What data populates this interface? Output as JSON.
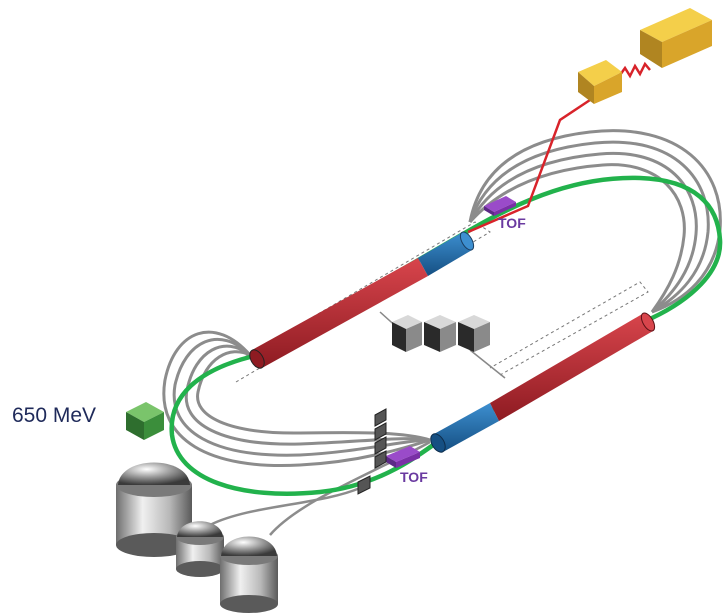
{
  "labels": {
    "injection_energy": "650 MeV",
    "tof_upper": "TOF",
    "tof_lower": "TOF"
  },
  "colors": {
    "beamline_green": "#22b24c",
    "recirc_arc_gray": "#8a8a8a",
    "linac_red": "#b0262f",
    "linac_blue": "#1d6fae",
    "extraction_red": "#d8232a",
    "tof_purple": "#7a2fa6",
    "tof_text": "#6a3aa0",
    "target_gold": "#e7b52c",
    "injector_green": "#3b8e3b"
  },
  "icons": [
    "injector-cube-icon",
    "dump-cylinder-icon",
    "rf-cube-icon",
    "target-block-icon"
  ]
}
